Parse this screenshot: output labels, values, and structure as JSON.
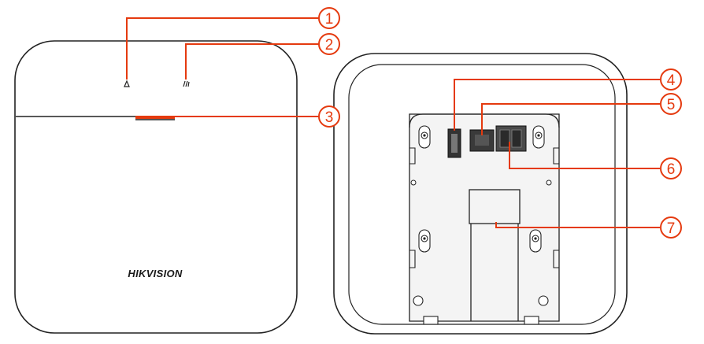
{
  "front_view": {
    "brand": "HIKVISION"
  },
  "callouts": [
    {
      "number": "1",
      "target": "top-left-indicator"
    },
    {
      "number": "2",
      "target": "top-right-indicator"
    },
    {
      "number": "3",
      "target": "status-light-bar"
    },
    {
      "number": "4",
      "target": "power-port"
    },
    {
      "number": "5",
      "target": "ethernet-port"
    },
    {
      "number": "6",
      "target": "terminal-block"
    },
    {
      "number": "7",
      "target": "cable-channel"
    }
  ],
  "colors": {
    "callout": "#e53a0f",
    "outline": "#222222",
    "light_bar": "#e53a0f",
    "device_fill": "#ffffff",
    "back_plate": "#f4f4f4"
  }
}
